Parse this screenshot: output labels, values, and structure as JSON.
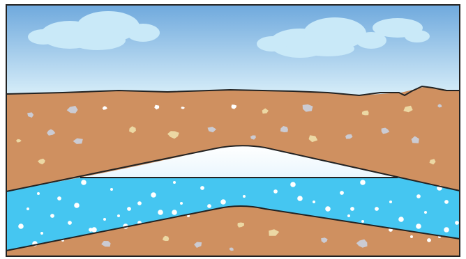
{
  "diagram": {
    "layers": [
      {
        "name": "sky",
        "color": "#dff3fb",
        "color_top": "#6fa9dd"
      },
      {
        "name": "upper-soil",
        "color": "#cf9060"
      },
      {
        "name": "air-gap",
        "color": "#eaf6fd"
      },
      {
        "name": "water-layer",
        "color": "#45c6f1"
      },
      {
        "name": "lower-soil",
        "color": "#cf9060"
      }
    ],
    "cloud_color": "#c9e9f8",
    "outline_color": "#222222",
    "stone_colors": [
      "#cbcbd3",
      "#ecd8a4",
      "#ffffff"
    ],
    "bubble_color": "#ffffff"
  }
}
